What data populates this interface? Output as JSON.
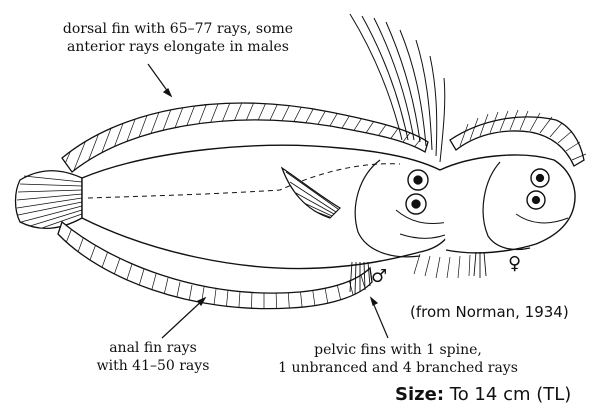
{
  "annotations": {
    "dorsal": {
      "line1": "dorsal fin with 65–77 rays, some",
      "line2": "anterior rays elongate in males"
    },
    "anal": {
      "line1": "anal fin rays",
      "line2": "with 41–50 rays"
    },
    "pelvic": {
      "line1": "pelvic fins with 1 spine,",
      "line2": "1 unbranced and 4 branched rays"
    }
  },
  "source_note": "(from Norman, 1934)",
  "size": {
    "label": "Size:",
    "value": "To 14 cm (TL)"
  },
  "sex_symbols": {
    "male": "♂",
    "female": "♀"
  }
}
